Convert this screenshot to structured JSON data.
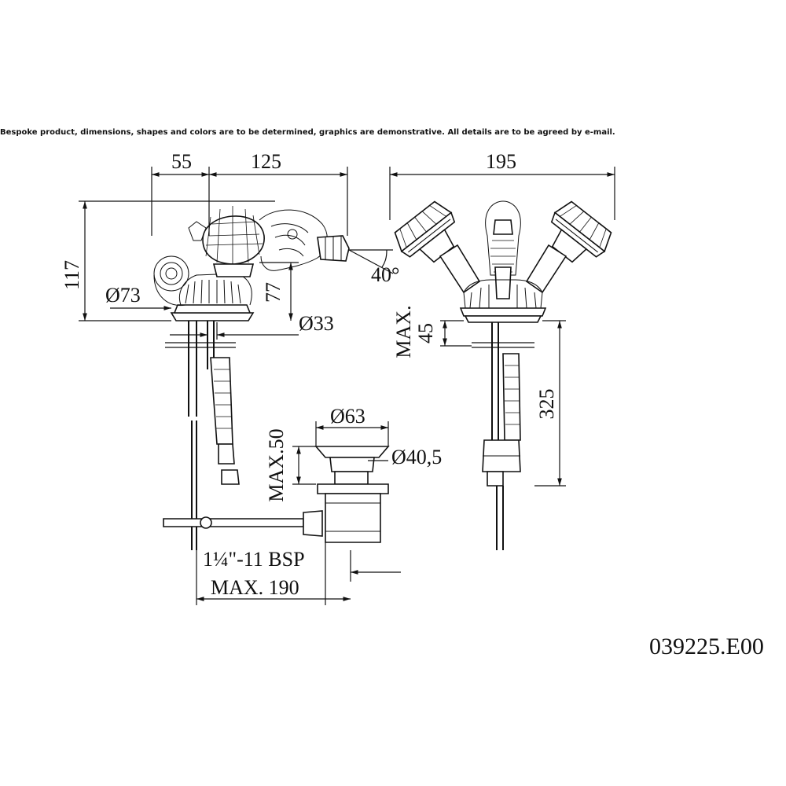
{
  "disclaimer": "Bespoke product, dimensions, shapes and colors are to be determined, graphics are demonstrative. All details are to be agreed by e-mail.",
  "product_code": "039225.E00",
  "dimensions": {
    "d55": "55",
    "d125": "125",
    "d195": "195",
    "d117": "117",
    "d73": "Ø73",
    "d77": "77",
    "d40deg": "40°",
    "d33": "Ø33",
    "max45_label": "MAX.",
    "max45_value": "45",
    "d325": "325",
    "d63": "Ø63",
    "d40_5": "Ø40,5",
    "max50": "MAX.50",
    "bsp": "1¼\"-11 BSP",
    "max190": "MAX. 190"
  }
}
